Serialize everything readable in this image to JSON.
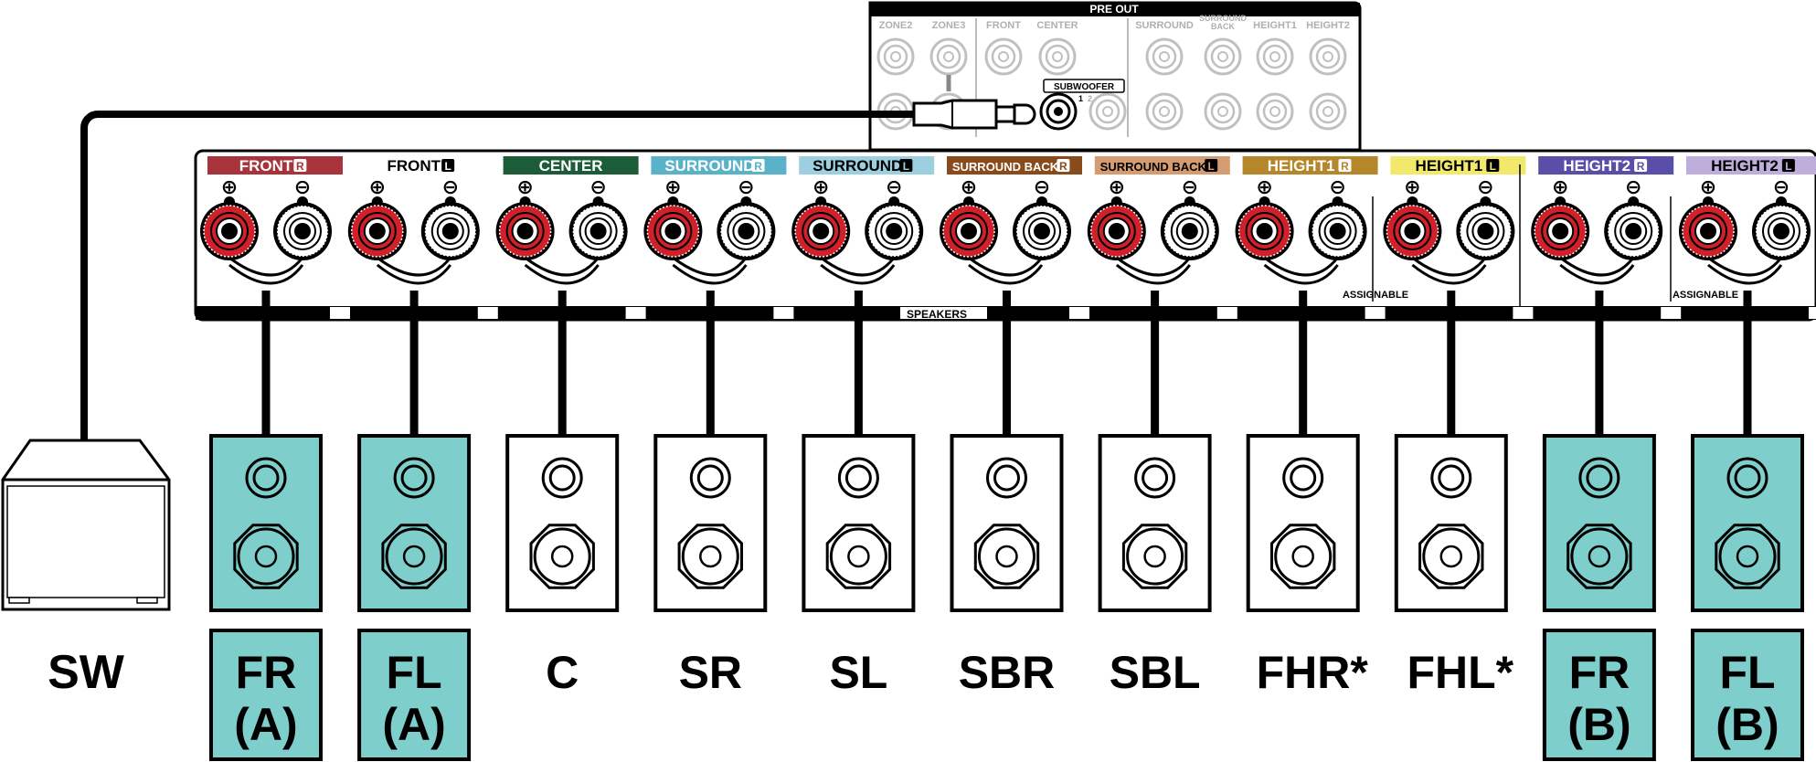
{
  "pre_out": {
    "title": "PRE OUT",
    "top_labels": [
      "ZONE2",
      "ZONE3",
      "FRONT",
      "CENTER",
      "SURROUND",
      "SURROUND BACK",
      "HEIGHT1",
      "HEIGHT2"
    ],
    "subwoofer_label": "SUBWOOFER",
    "subwoofer_numbers": [
      "1",
      "2"
    ]
  },
  "speaker_panel": {
    "center_label": "SPEAKERS",
    "assignable_label": "ASSIGNABLE",
    "plus_symbol": "⊕",
    "minus_symbol": "⊖",
    "terminals": [
      {
        "label": "FRONT",
        "side": "R",
        "color": "#a8333a",
        "text_color": "#ffffff"
      },
      {
        "label": "FRONT",
        "side": "L",
        "color": "#ffffff",
        "text_color": "#000000"
      },
      {
        "label": "CENTER",
        "side": "",
        "color": "#1d5c38",
        "text_color": "#ffffff"
      },
      {
        "label": "SURROUND",
        "side": "R",
        "color": "#5ab2c8",
        "text_color": "#ffffff"
      },
      {
        "label": "SURROUND",
        "side": "L",
        "color": "#9ccfdf",
        "text_color": "#000000"
      },
      {
        "label": "SURROUND BACK",
        "side": "R",
        "color": "#8a4b1c",
        "text_color": "#ffffff"
      },
      {
        "label": "SURROUND BACK",
        "side": "L",
        "color": "#d59c72",
        "text_color": "#000000"
      },
      {
        "label": "HEIGHT1",
        "side": "R",
        "color": "#b6862a",
        "text_color": "#ffffff"
      },
      {
        "label": "HEIGHT1",
        "side": "L",
        "color": "#f2e86b",
        "text_color": "#000000"
      },
      {
        "label": "HEIGHT2",
        "side": "R",
        "color": "#5a4fa8",
        "text_color": "#ffffff"
      },
      {
        "label": "HEIGHT2",
        "side": "L",
        "color": "#bfaedb",
        "text_color": "#000000"
      }
    ]
  },
  "subwoofer": {
    "label": "SW"
  },
  "speakers": [
    {
      "label_line1": "FR",
      "label_line2": "(A)",
      "highlighted": true
    },
    {
      "label_line1": "FL",
      "label_line2": "(A)",
      "highlighted": true
    },
    {
      "label_line1": "C",
      "label_line2": "",
      "highlighted": false
    },
    {
      "label_line1": "SR",
      "label_line2": "",
      "highlighted": false
    },
    {
      "label_line1": "SL",
      "label_line2": "",
      "highlighted": false
    },
    {
      "label_line1": "SBR",
      "label_line2": "",
      "highlighted": false
    },
    {
      "label_line1": "SBL",
      "label_line2": "",
      "highlighted": false
    },
    {
      "label_line1": "FHR*",
      "label_line2": "",
      "highlighted": false
    },
    {
      "label_line1": "FHL*",
      "label_line2": "",
      "highlighted": false
    },
    {
      "label_line1": "FR",
      "label_line2": "(B)",
      "highlighted": true
    },
    {
      "label_line1": "FL",
      "label_line2": "(B)",
      "highlighted": true
    }
  ],
  "colors": {
    "highlight": "#7ecfcc",
    "red_terminal": "#d0202a",
    "line": "#000000"
  }
}
